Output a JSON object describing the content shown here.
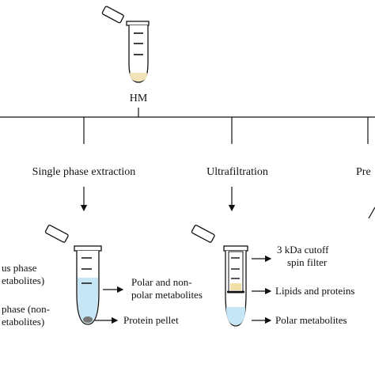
{
  "top": {
    "label": "HM"
  },
  "branches": {
    "left": {
      "title": "Single phase extraction"
    },
    "middle": {
      "title": "Ultrafiltration"
    },
    "right": {
      "title": "Pre"
    }
  },
  "left_tube": {
    "aqueous_line1": "us phase",
    "aqueous_line2": "etabolites)",
    "organic_line1": "phase (non-",
    "organic_line2": "etabolites)",
    "polar_line1": "Polar and non-",
    "polar_line2": "polar metabolites",
    "pellet": "Protein pellet"
  },
  "middle_tube": {
    "filter_line1": "3 kDa cutoff",
    "filter_line2": "spin filter",
    "lipids": "Lipids and proteins",
    "polar": "Polar metabolites"
  },
  "colors": {
    "line": "#111111",
    "tube_fill": "#ffffff",
    "aqueous": "#c6e5f5",
    "pellet": "#777777",
    "milk_sample": "#f3e3b8",
    "lipid_layer": "#f0dfa6"
  }
}
